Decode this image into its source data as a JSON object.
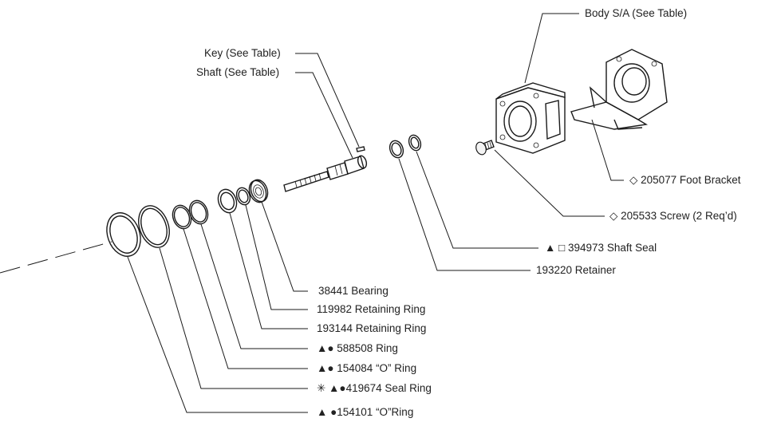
{
  "callouts": {
    "body": "Body S/A (See Table)",
    "key": "Key (See Table)",
    "shaft": "Shaft (See Table)",
    "foot_bracket": "◇  205077 Foot Bracket",
    "screw": "◇  205533 Screw (2 Req’d)",
    "shaft_seal": "▲ □ 394973 Shaft Seal",
    "retainer": "193220 Retainer",
    "bearing": "38441 Bearing",
    "retaining_ring_1": "119982 Retaining Ring",
    "retaining_ring_2": "193144 Retaining Ring",
    "ring": "▲● 588508 Ring",
    "o_ring_1": "▲● 154084 “O” Ring",
    "seal_ring": "✳ ▲●419674 Seal Ring",
    "o_ring_2": "▲ ●154101 “O”Ring"
  }
}
